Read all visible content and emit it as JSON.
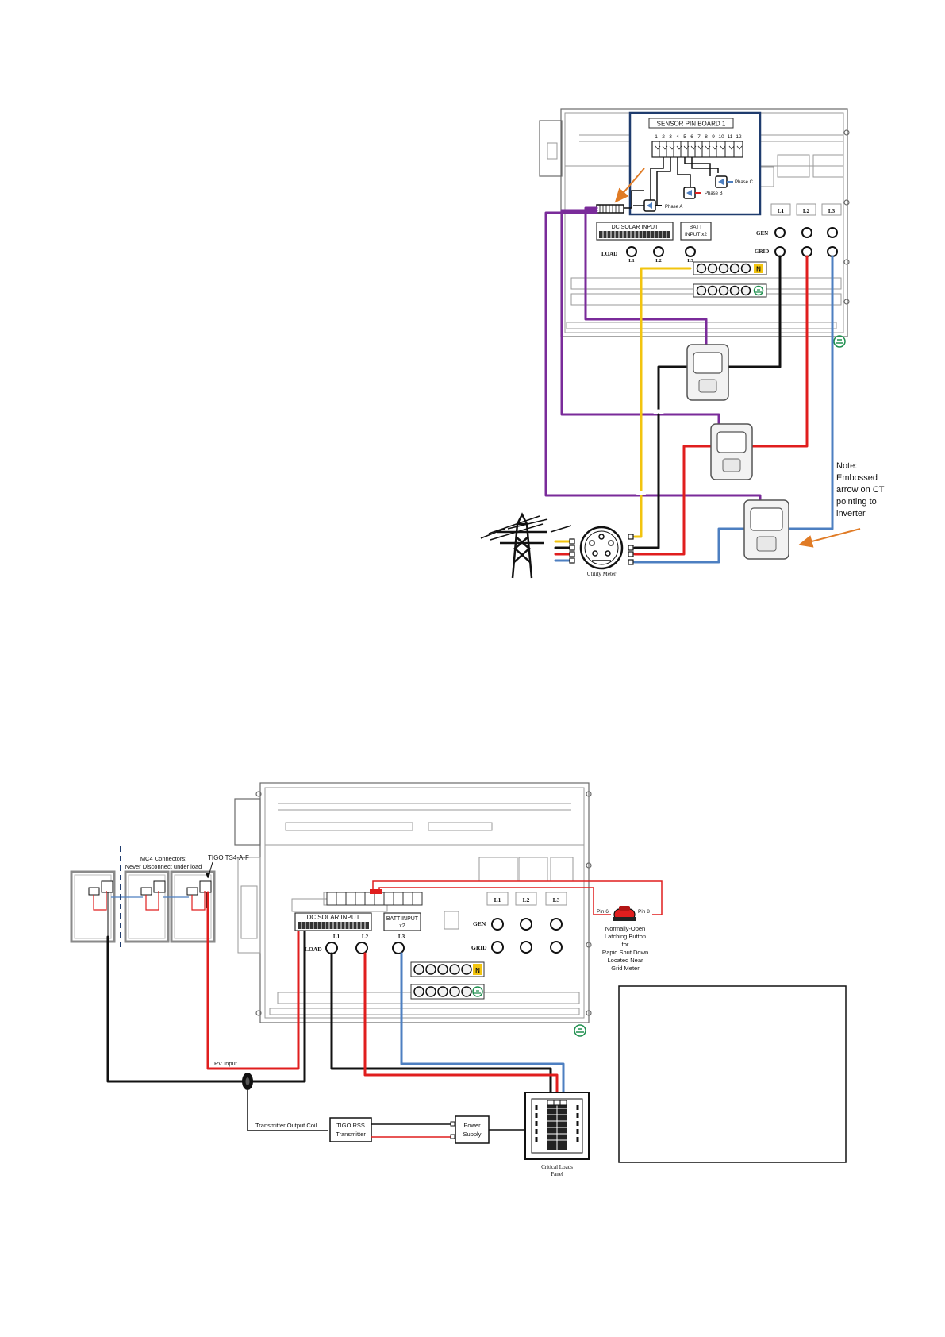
{
  "diagram1": {
    "sensor_board_title": "SENSOR PIN BOARD 1",
    "pin_numbers": [
      "1",
      "2",
      "3",
      "4",
      "5",
      "6",
      "7",
      "8",
      "9",
      "10",
      "11",
      "12"
    ],
    "phase_a": "Phase A",
    "phase_b": "Phase B",
    "phase_c": "Phase C",
    "dc_solar_input": "DC SOLAR INPUT",
    "batt_input_1": "BATT",
    "batt_input_2": "INPUT x2",
    "gen": "GEN",
    "grid": "GRID",
    "load": "LOAD",
    "l1": "L1",
    "l2": "L2",
    "l3": "L3",
    "n": "N",
    "utility_meter": "Utility Meter",
    "note_lines": [
      "Note:",
      "Embossed",
      "arrow on CT",
      "pointing to",
      "inverter"
    ],
    "colors": {
      "yellow": "#f2c40f",
      "black": "#111111",
      "red": "#e01e1e",
      "blue": "#4d7fc1",
      "purple": "#7a2b9a",
      "orange": "#e07b25",
      "navy": "#1f3c6e",
      "green": "#1e8f4e"
    }
  },
  "diagram2": {
    "mc4_line1": "MC4 Connectors:",
    "mc4_line2": "Never Disconnect under load",
    "tigo_label": "TIGO TS4-A-F",
    "dc_solar_input": "DC SOLAR INPUT",
    "batt_input_1": "BATT INPUT",
    "batt_input_2": "x2",
    "gen": "GEN",
    "grid": "GRID",
    "load": "LOAD",
    "l1": "L1",
    "l2": "L2",
    "l3": "L3",
    "n": "N",
    "pin_left": "Pin 6",
    "pin_right": "Pin 8",
    "button_lines": [
      "Normally-Open",
      "Latching Button",
      "for",
      "Rapid Shut Down",
      "Located Near",
      "Grid Meter"
    ],
    "pv_input": "PV Input",
    "transmitter_coil": "Transmitter Output Coil",
    "tigo_rss_1": "TIGO RSS",
    "tigo_rss_2": "Transmitter",
    "power_supply_1": "Power",
    "power_supply_2": "Supply",
    "critical_1": "Critical Loads",
    "critical_2": "Panel"
  }
}
